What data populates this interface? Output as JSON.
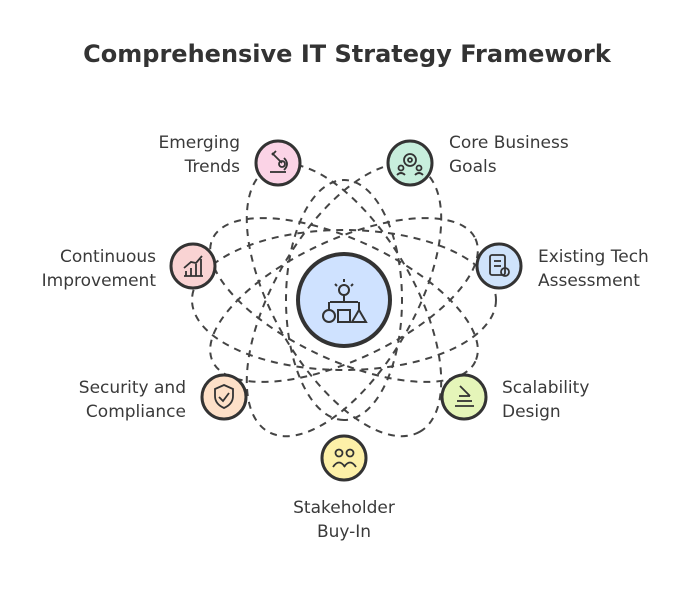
{
  "title": "Comprehensive IT Strategy Framework",
  "center": {
    "icon": "strategy-flowchart-icon",
    "color": "#cfe2ff"
  },
  "nodes": [
    {
      "id": "emerging",
      "lines": [
        "Emerging",
        "Trends"
      ],
      "icon": "microscope-icon",
      "color": "#fbd3e6"
    },
    {
      "id": "core",
      "lines": [
        "Core Business",
        "Goals"
      ],
      "icon": "team-goals-icon",
      "color": "#c7eedc"
    },
    {
      "id": "continuous",
      "lines": [
        "Continuous",
        "Improvement"
      ],
      "icon": "chart-growth-icon",
      "color": "#f9d3d3"
    },
    {
      "id": "existing",
      "lines": [
        "Existing Tech",
        "Assessment"
      ],
      "icon": "checklist-icon",
      "color": "#cfe3fb"
    },
    {
      "id": "security",
      "lines": [
        "Security and",
        "Compliance"
      ],
      "icon": "shield-check-icon",
      "color": "#fde0c8"
    },
    {
      "id": "scalability",
      "lines": [
        "Scalability",
        "Design"
      ],
      "icon": "layers-design-icon",
      "color": "#e5f5b9"
    },
    {
      "id": "stakeholder",
      "lines": [
        "Stakeholder",
        "Buy-In"
      ],
      "icon": "people-icon",
      "color": "#fdf0a8"
    }
  ]
}
